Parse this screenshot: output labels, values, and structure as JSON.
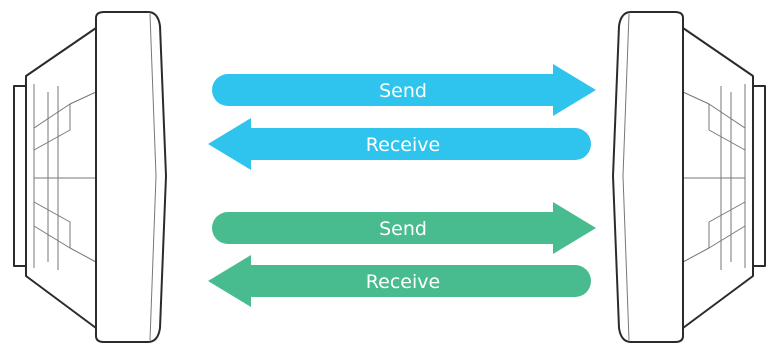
{
  "arrows": [
    {
      "label": "Send",
      "direction": "right",
      "color": "#2EC4EE"
    },
    {
      "label": "Receive",
      "direction": "left",
      "color": "#2EC4EE"
    },
    {
      "label": "Send",
      "direction": "right",
      "color": "#48BC8F"
    },
    {
      "label": "Receive",
      "direction": "left",
      "color": "#48BC8F"
    }
  ],
  "devices": [
    {
      "name": "left-antenna-device",
      "facing": "right"
    },
    {
      "name": "right-antenna-device",
      "facing": "left"
    }
  ]
}
